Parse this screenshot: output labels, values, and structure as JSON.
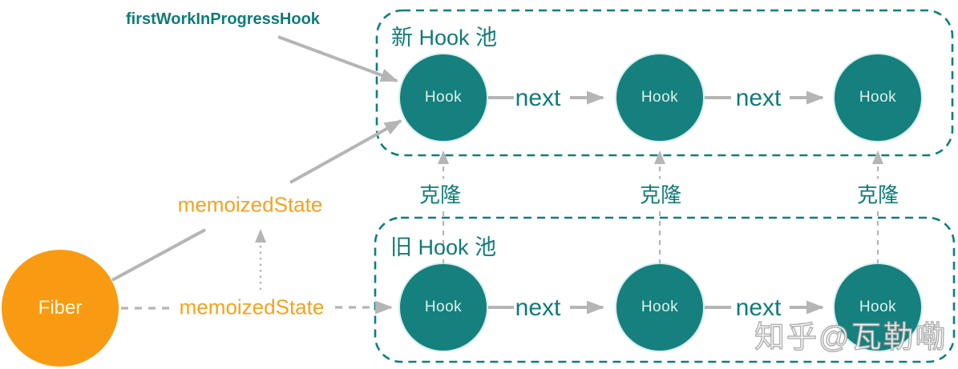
{
  "colors": {
    "teal": "#0e7f7c",
    "teal_text": "#0f7b78",
    "circle_teal": "#15807d",
    "circle_label": "#ddf2ef",
    "orange": "#f89b12",
    "orange_text": "#f6a21d",
    "gray": "#b5b5b5",
    "background": "#ffffff"
  },
  "fiber_node": {
    "label": "Fiber"
  },
  "annotations": {
    "first_work_in_progress_hook": "firstWorkInProgressHook",
    "memoized_state_current": "memoizedState",
    "memoized_state_old": "memoizedState"
  },
  "new_pool": {
    "title": "新 Hook 池",
    "link_label": "next",
    "nodes": [
      {
        "label": "Hook"
      },
      {
        "label": "Hook"
      },
      {
        "label": "Hook"
      }
    ]
  },
  "old_pool": {
    "title": "旧 Hook 池",
    "link_label": "next",
    "nodes": [
      {
        "label": "Hook"
      },
      {
        "label": "Hook"
      },
      {
        "label": "Hook"
      }
    ]
  },
  "clone_labels": [
    {
      "label": "克隆"
    },
    {
      "label": "克隆"
    },
    {
      "label": "克隆"
    }
  ],
  "watermark": "知乎@瓦勒嘞"
}
